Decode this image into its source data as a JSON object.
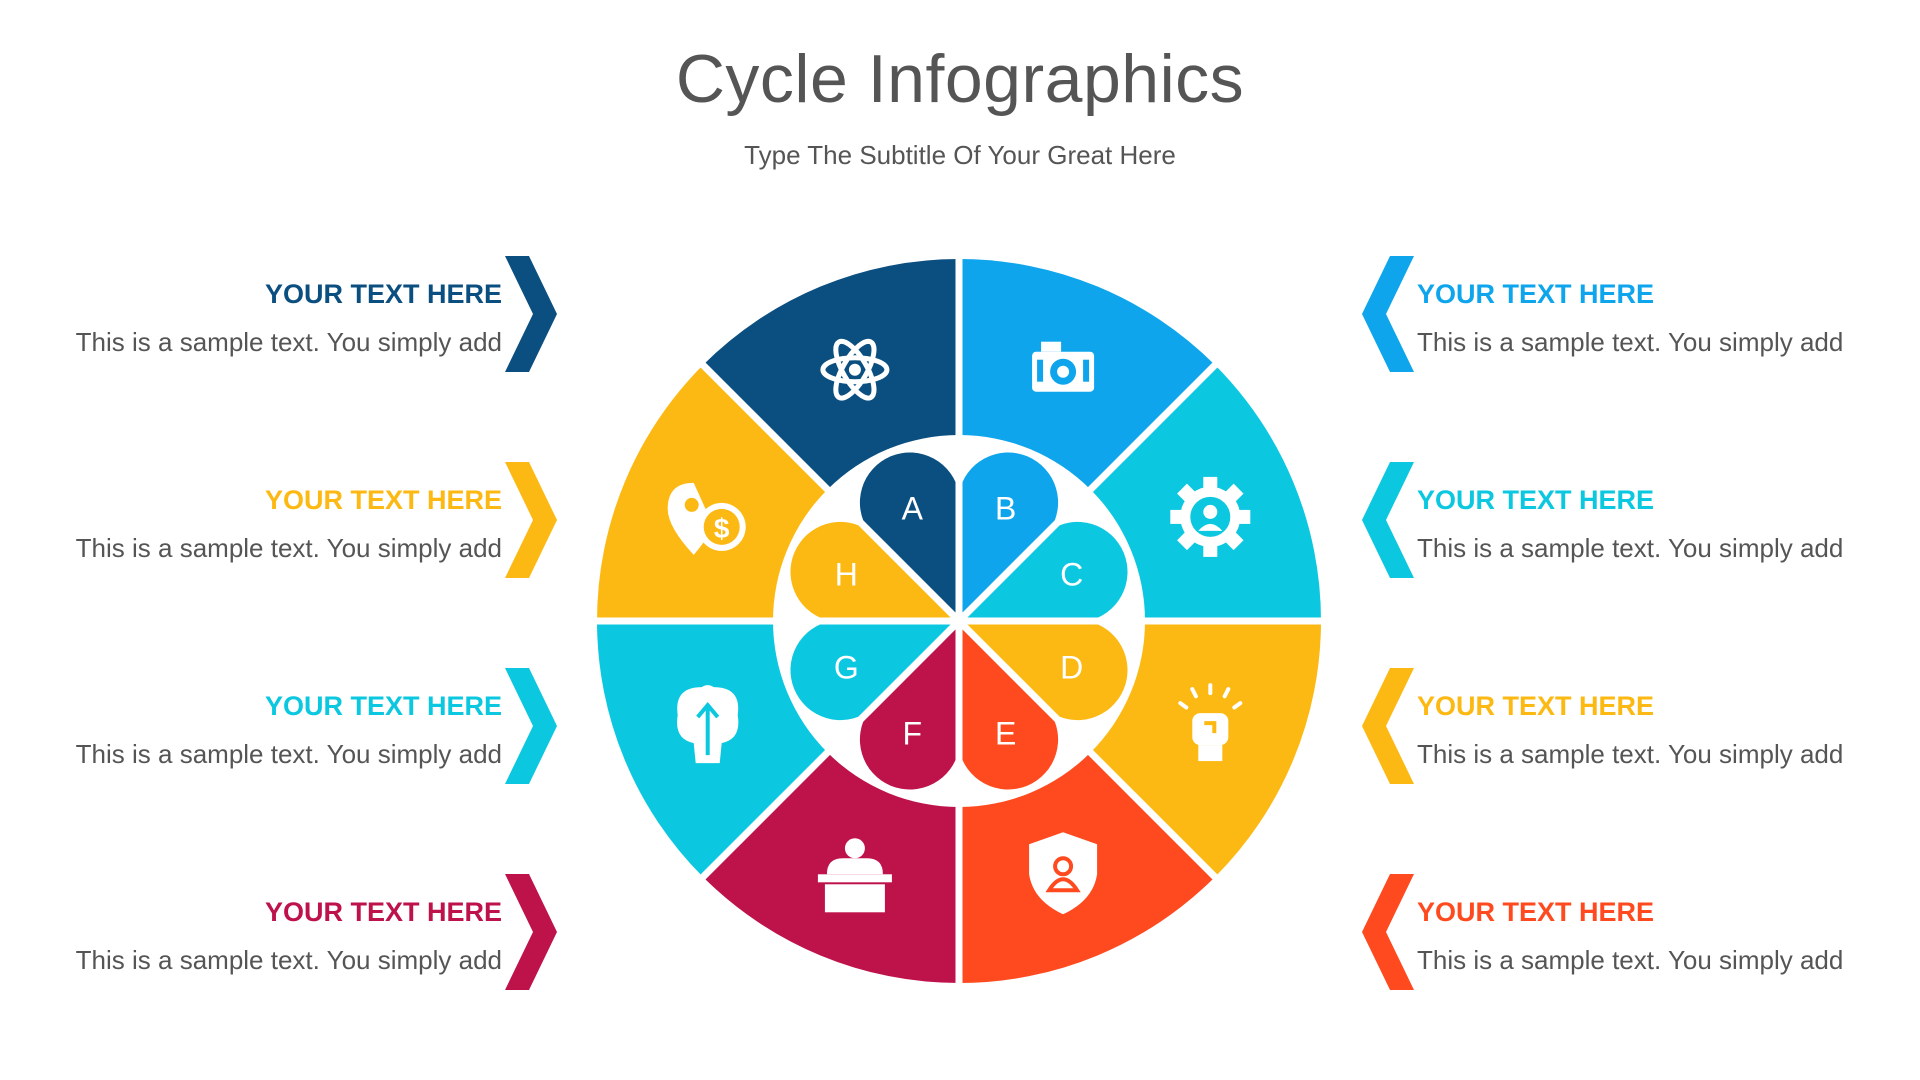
{
  "title": "Cycle Infographics",
  "subtitle": "Type The Subtitle Of Your Great Here",
  "colors": {
    "navy": "#0B4F80",
    "blue": "#0EA5EC",
    "cyan": "#0BC8E0",
    "yellow": "#FDB913",
    "orange": "#FF4A1F",
    "magenta": "#BE124B"
  },
  "segments": [
    {
      "letter": "A",
      "color": "#0B4F80",
      "icon": "atom-icon"
    },
    {
      "letter": "B",
      "color": "#0EA5EC",
      "icon": "camera-icon"
    },
    {
      "letter": "C",
      "color": "#0BC8E0",
      "icon": "gear-user-icon"
    },
    {
      "letter": "D",
      "color": "#FDB913",
      "icon": "raised-fist-icon"
    },
    {
      "letter": "E",
      "color": "#FF4A1F",
      "icon": "shield-user-icon"
    },
    {
      "letter": "F",
      "color": "#BE124B",
      "icon": "speaker-podium-icon"
    },
    {
      "letter": "G",
      "color": "#0BC8E0",
      "icon": "brain-icon"
    },
    {
      "letter": "H",
      "color": "#FDB913",
      "icon": "location-dollar-icon"
    }
  ],
  "left_items": [
    {
      "heading": "YOUR TEXT HERE",
      "body": "This is a sample text. You simply add",
      "color": "#0B4F80"
    },
    {
      "heading": "YOUR TEXT HERE",
      "body": "This is a sample text. You simply add",
      "color": "#FDB913"
    },
    {
      "heading": "YOUR TEXT HERE",
      "body": "This is a sample text. You simply add",
      "color": "#0BC8E0"
    },
    {
      "heading": "YOUR TEXT HERE",
      "body": "This is a sample text. You simply add",
      "color": "#BE124B"
    }
  ],
  "right_items": [
    {
      "heading": "YOUR TEXT HERE",
      "body": "This is a sample text. You simply add",
      "color": "#0EA5EC"
    },
    {
      "heading": "YOUR TEXT HERE",
      "body": "This is a sample text. You simply add",
      "color": "#0BC8E0"
    },
    {
      "heading": "YOUR TEXT HERE",
      "body": "This is a sample text. You simply add",
      "color": "#FDB913"
    },
    {
      "heading": "YOUR TEXT HERE",
      "body": "This is a sample text. You simply add",
      "color": "#FF4A1F"
    }
  ]
}
